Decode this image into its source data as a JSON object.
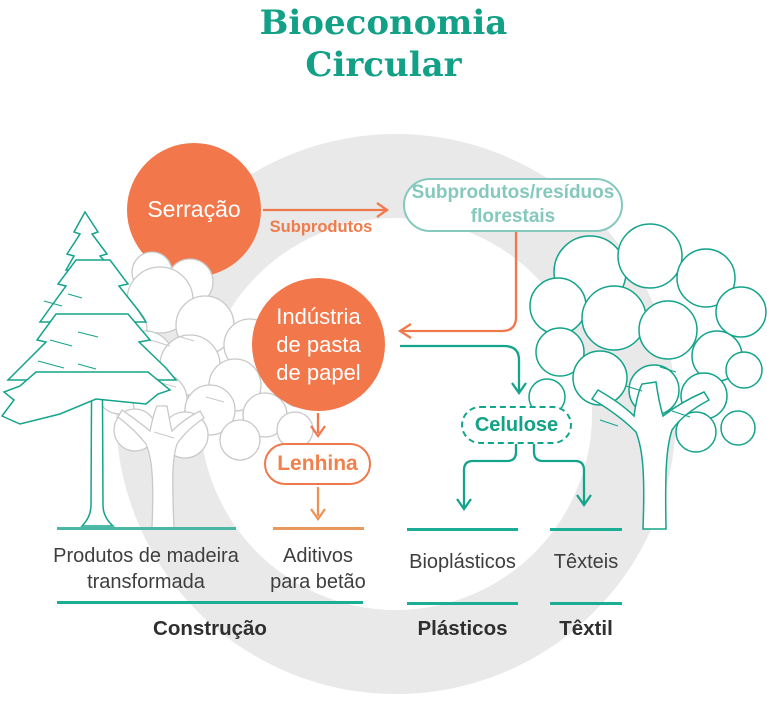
{
  "title": {
    "line1": "Bioeconomia",
    "line2": "Circular"
  },
  "flow": {
    "serracao": "Serração",
    "subprodutos_arrow": "Subprodutos",
    "residuos_line1": "Subprodutos/resíduos",
    "residuos_line2": "florestais",
    "industria_line1": "Indústria",
    "industria_line2": "de pasta",
    "industria_line3": "de papel",
    "lenhina": "Lenhina",
    "celulose": "Celulose"
  },
  "products": {
    "madeira_line1": "Produtos de madeira",
    "madeira_line2": "transformada",
    "aditivos_line1": "Aditivos",
    "aditivos_line2": "para betão",
    "bioplasticos": "Bioplásticos",
    "texteis": "Têxteis"
  },
  "sectors": {
    "construcao": "Construção",
    "plasticos": "Plásticos",
    "textil": "Têxtil"
  },
  "colors": {
    "teal": "#12A086",
    "teal_light": "#85C8BD",
    "orange": "#F2774A",
    "ring_gray": "#E9E9E9",
    "text_dark": "#3E3E3E"
  }
}
